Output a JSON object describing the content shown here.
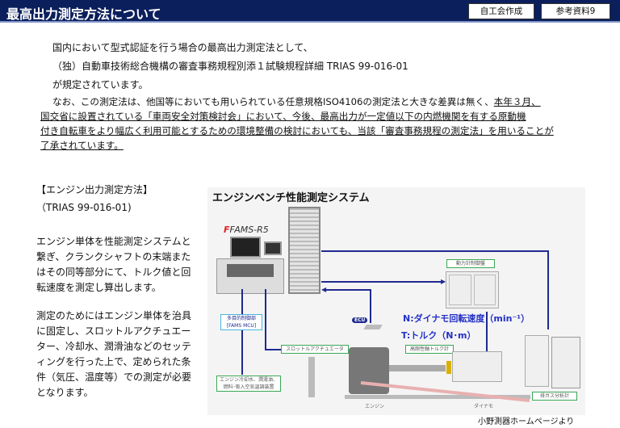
{
  "header": {
    "title": "最高出力測定方法について",
    "badge1": "自工会作成",
    "badge2": "参考資料9"
  },
  "intro": {
    "line1": "国内において型式認証を行う場合の最高出力測定法として、",
    "line2": "（独）自動車技術総合機構の審査事務規程別添１試験規程詳細 TRIAS 99-016-01",
    "line3": "が規定されています。",
    "line4a": "なお、この測定法は、他国等においても用いられている任意規格ISO4106の測定法と大きな差異は無く、",
    "line4b": "本年３月、",
    "line5": "国交省に設置されている「車両安全対策検討会」において、今後、最高出力が一定値以下の内燃機関を有する原動機",
    "line6": "付き自転車をより幅広く利用可能とするための環境整備の検討においても、当該「審査事務規程の測定法」を用いることが",
    "line7": "了承されています。"
  },
  "left": {
    "heading": "【エンジン出力測定方法】",
    "sub": "（TRIAS 99-016-01)",
    "para1": "エンジン単体を性能測定システムと繋ぎ、クランクシャフトの末端またはその同等部分にて、トルク値と回転速度を測定し算出します。",
    "para2": "測定のためにはエンジン単体を治具に固定し、スロットルアクチュエーター、冷却水、潤滑油などのセッティングを行った上で、定められた条件（気圧、温度等）での測定が必要となります。"
  },
  "diagram": {
    "title": "エンジンベンチ性能測定システム",
    "logo": "FAMS-R5",
    "dyno_panel": "動力計制御盤",
    "mcu1": "多目的制御部",
    "mcu2": "[FAMS MCU]",
    "ecu": "ECU",
    "n_label": "N:ダイナモ回転速度（min⁻¹）",
    "t_label": "T:トルク（N･m）",
    "throttle": "スロットルアクチュエータ",
    "torque_meter": "高剛性軸トルク計",
    "conditioning1": "エンジン冷却水、潤滑油、",
    "conditioning2": "燃料･吸入空気温調装置",
    "exhaust": "排ガス分析計",
    "engine": "エンジン",
    "dynamo": "ダイナモ",
    "source": "小野測器ホームページより"
  },
  "colors": {
    "header": "#0b1f5c",
    "arrow": "#1e2a8f",
    "label_border": "#3aa856"
  }
}
